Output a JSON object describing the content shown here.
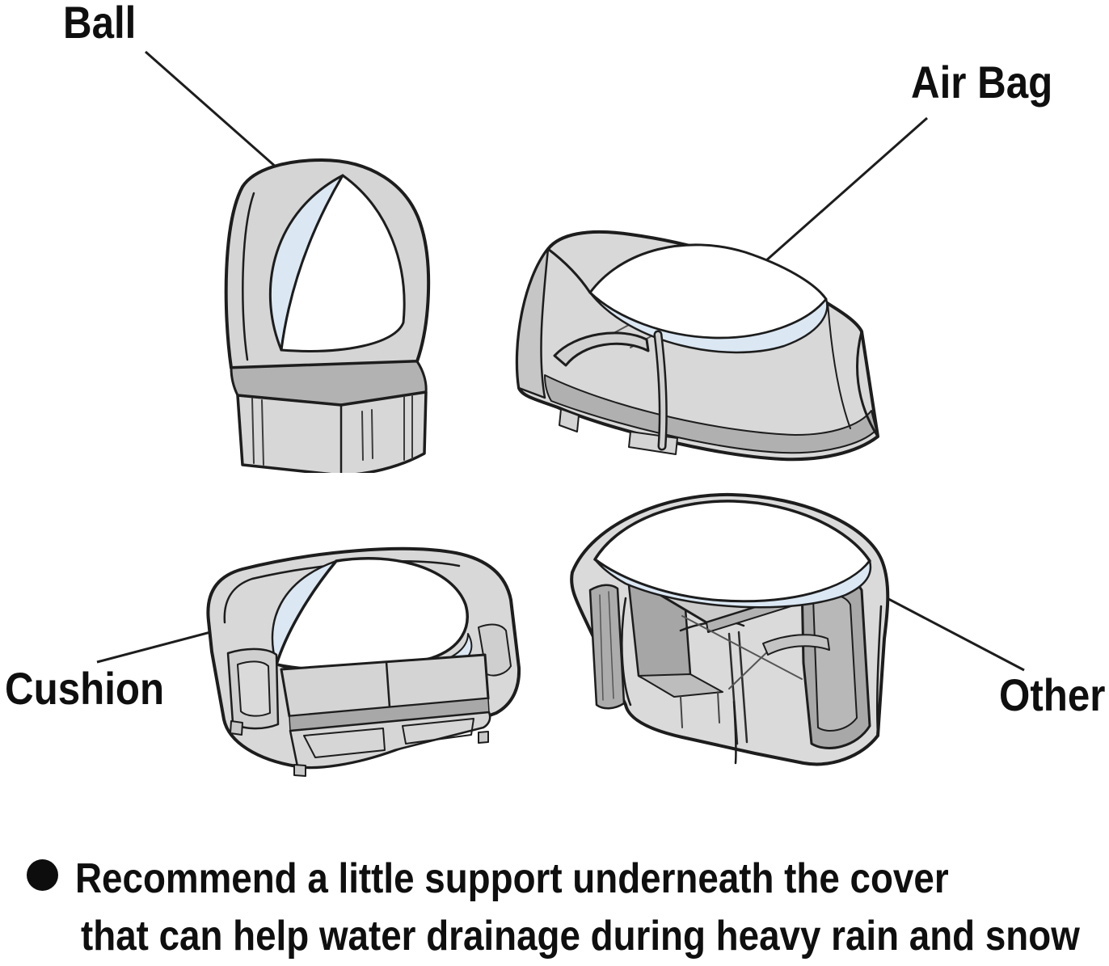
{
  "palette": {
    "background": "#ffffff",
    "text": "#0f0f0f",
    "outline": "#1d1d1d",
    "cover_light": "#d8d8d8",
    "cover_mid": "#b0b0b0",
    "accent_blue": "#dbe8f4"
  },
  "callouts": {
    "ball": "Ball",
    "air_bag": "Air Bag",
    "cushion": "Cushion",
    "other": "Other"
  },
  "note": {
    "bullet_icon": "filled-circle",
    "line1": "Recommend a little support underneath the cover",
    "line2": "that can help water drainage during heavy rain and snow"
  },
  "illustrations": [
    {
      "id": "chair-under-cover",
      "callout": "Ball"
    },
    {
      "id": "chaise-lounge-under-cover",
      "callout": "Air Bag"
    },
    {
      "id": "loveseat-under-cover",
      "callout": "Cushion"
    },
    {
      "id": "dining-set-under-cover",
      "callout": "Other"
    }
  ]
}
